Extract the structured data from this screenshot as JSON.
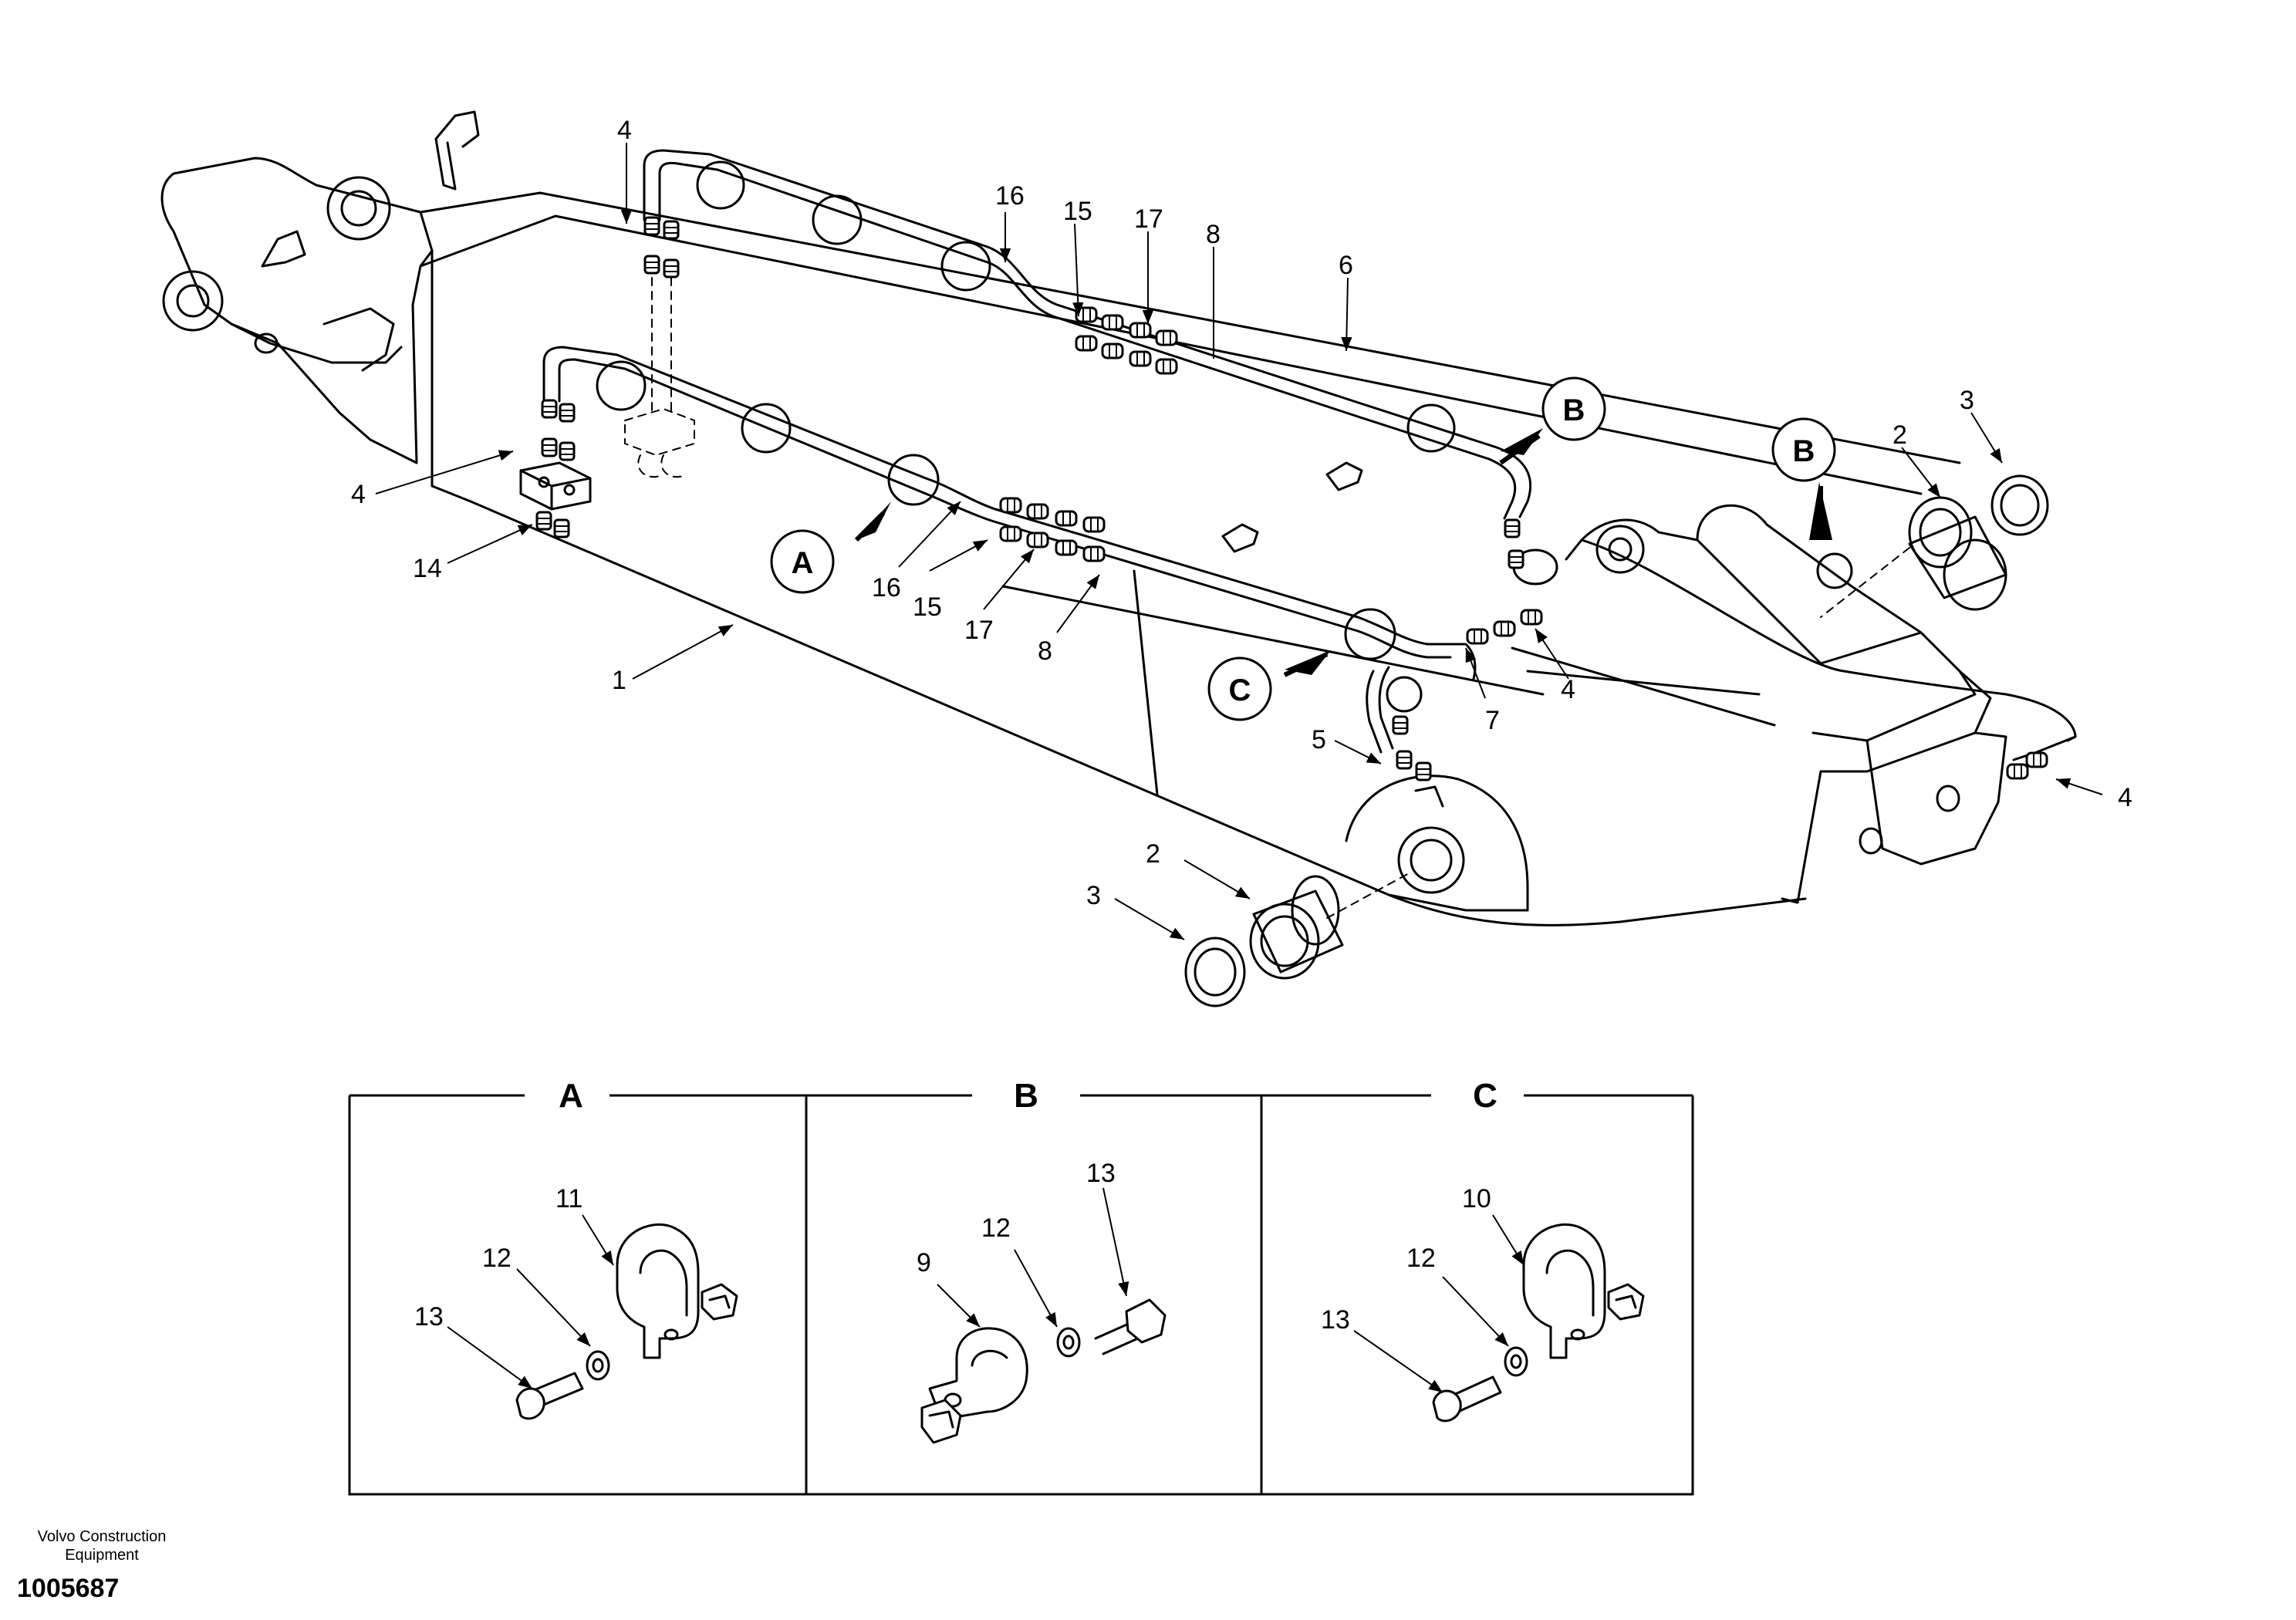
{
  "parts": {
    "p1": "1",
    "p2a": "2",
    "p2b": "2",
    "p3a": "3",
    "p3b": "3",
    "p4a": "4",
    "p4b": "4",
    "p4c": "4",
    "p4d": "4",
    "p5": "5",
    "p6": "6",
    "p7": "7",
    "p8a": "8",
    "p8b": "8",
    "p14": "14",
    "p15a": "15",
    "p15b": "15",
    "p16a": "16",
    "p16b": "16",
    "p17a": "17",
    "p17b": "17"
  },
  "callouts": {
    "a": "A",
    "b1": "B",
    "b2": "B",
    "c": "C"
  },
  "panels": {
    "a": {
      "title": "A",
      "n11": "11",
      "n12": "12",
      "n13": "13"
    },
    "b": {
      "title": "B",
      "n9": "9",
      "n12": "12",
      "n13": "13"
    },
    "c": {
      "title": "C",
      "n10": "10",
      "n12": "12",
      "n13": "13"
    }
  },
  "footer": {
    "company": "Volvo Construction Equipment",
    "document_number": "1005687"
  }
}
